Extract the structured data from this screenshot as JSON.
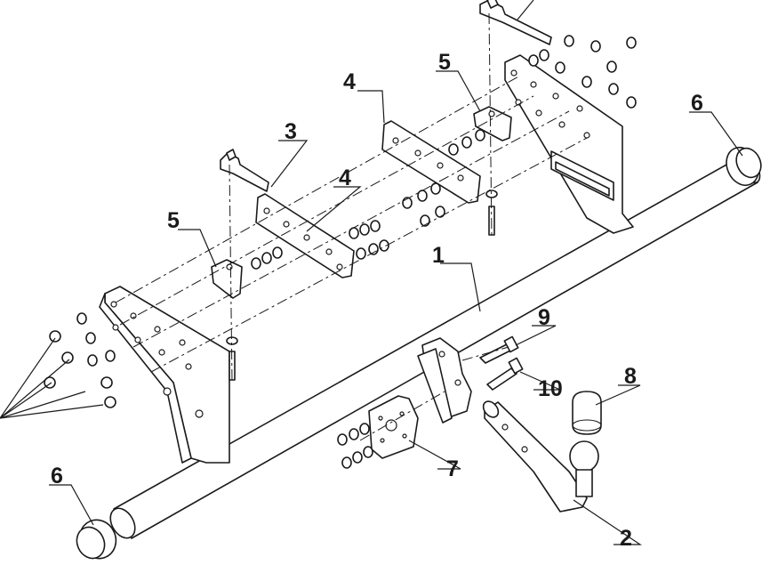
{
  "diagram": {
    "callouts": [
      {
        "id": "c1",
        "label": "1"
      },
      {
        "id": "c2",
        "label": "2"
      },
      {
        "id": "c3a",
        "label": "3"
      },
      {
        "id": "c4a",
        "label": "4"
      },
      {
        "id": "c4b",
        "label": "4"
      },
      {
        "id": "c5a",
        "label": "5"
      },
      {
        "id": "c5b",
        "label": "5"
      },
      {
        "id": "c6a",
        "label": "6"
      },
      {
        "id": "c6b",
        "label": "6"
      },
      {
        "id": "c7",
        "label": "7"
      },
      {
        "id": "c8",
        "label": "8"
      },
      {
        "id": "c9",
        "label": "9"
      },
      {
        "id": "c10",
        "label": "10"
      }
    ]
  }
}
